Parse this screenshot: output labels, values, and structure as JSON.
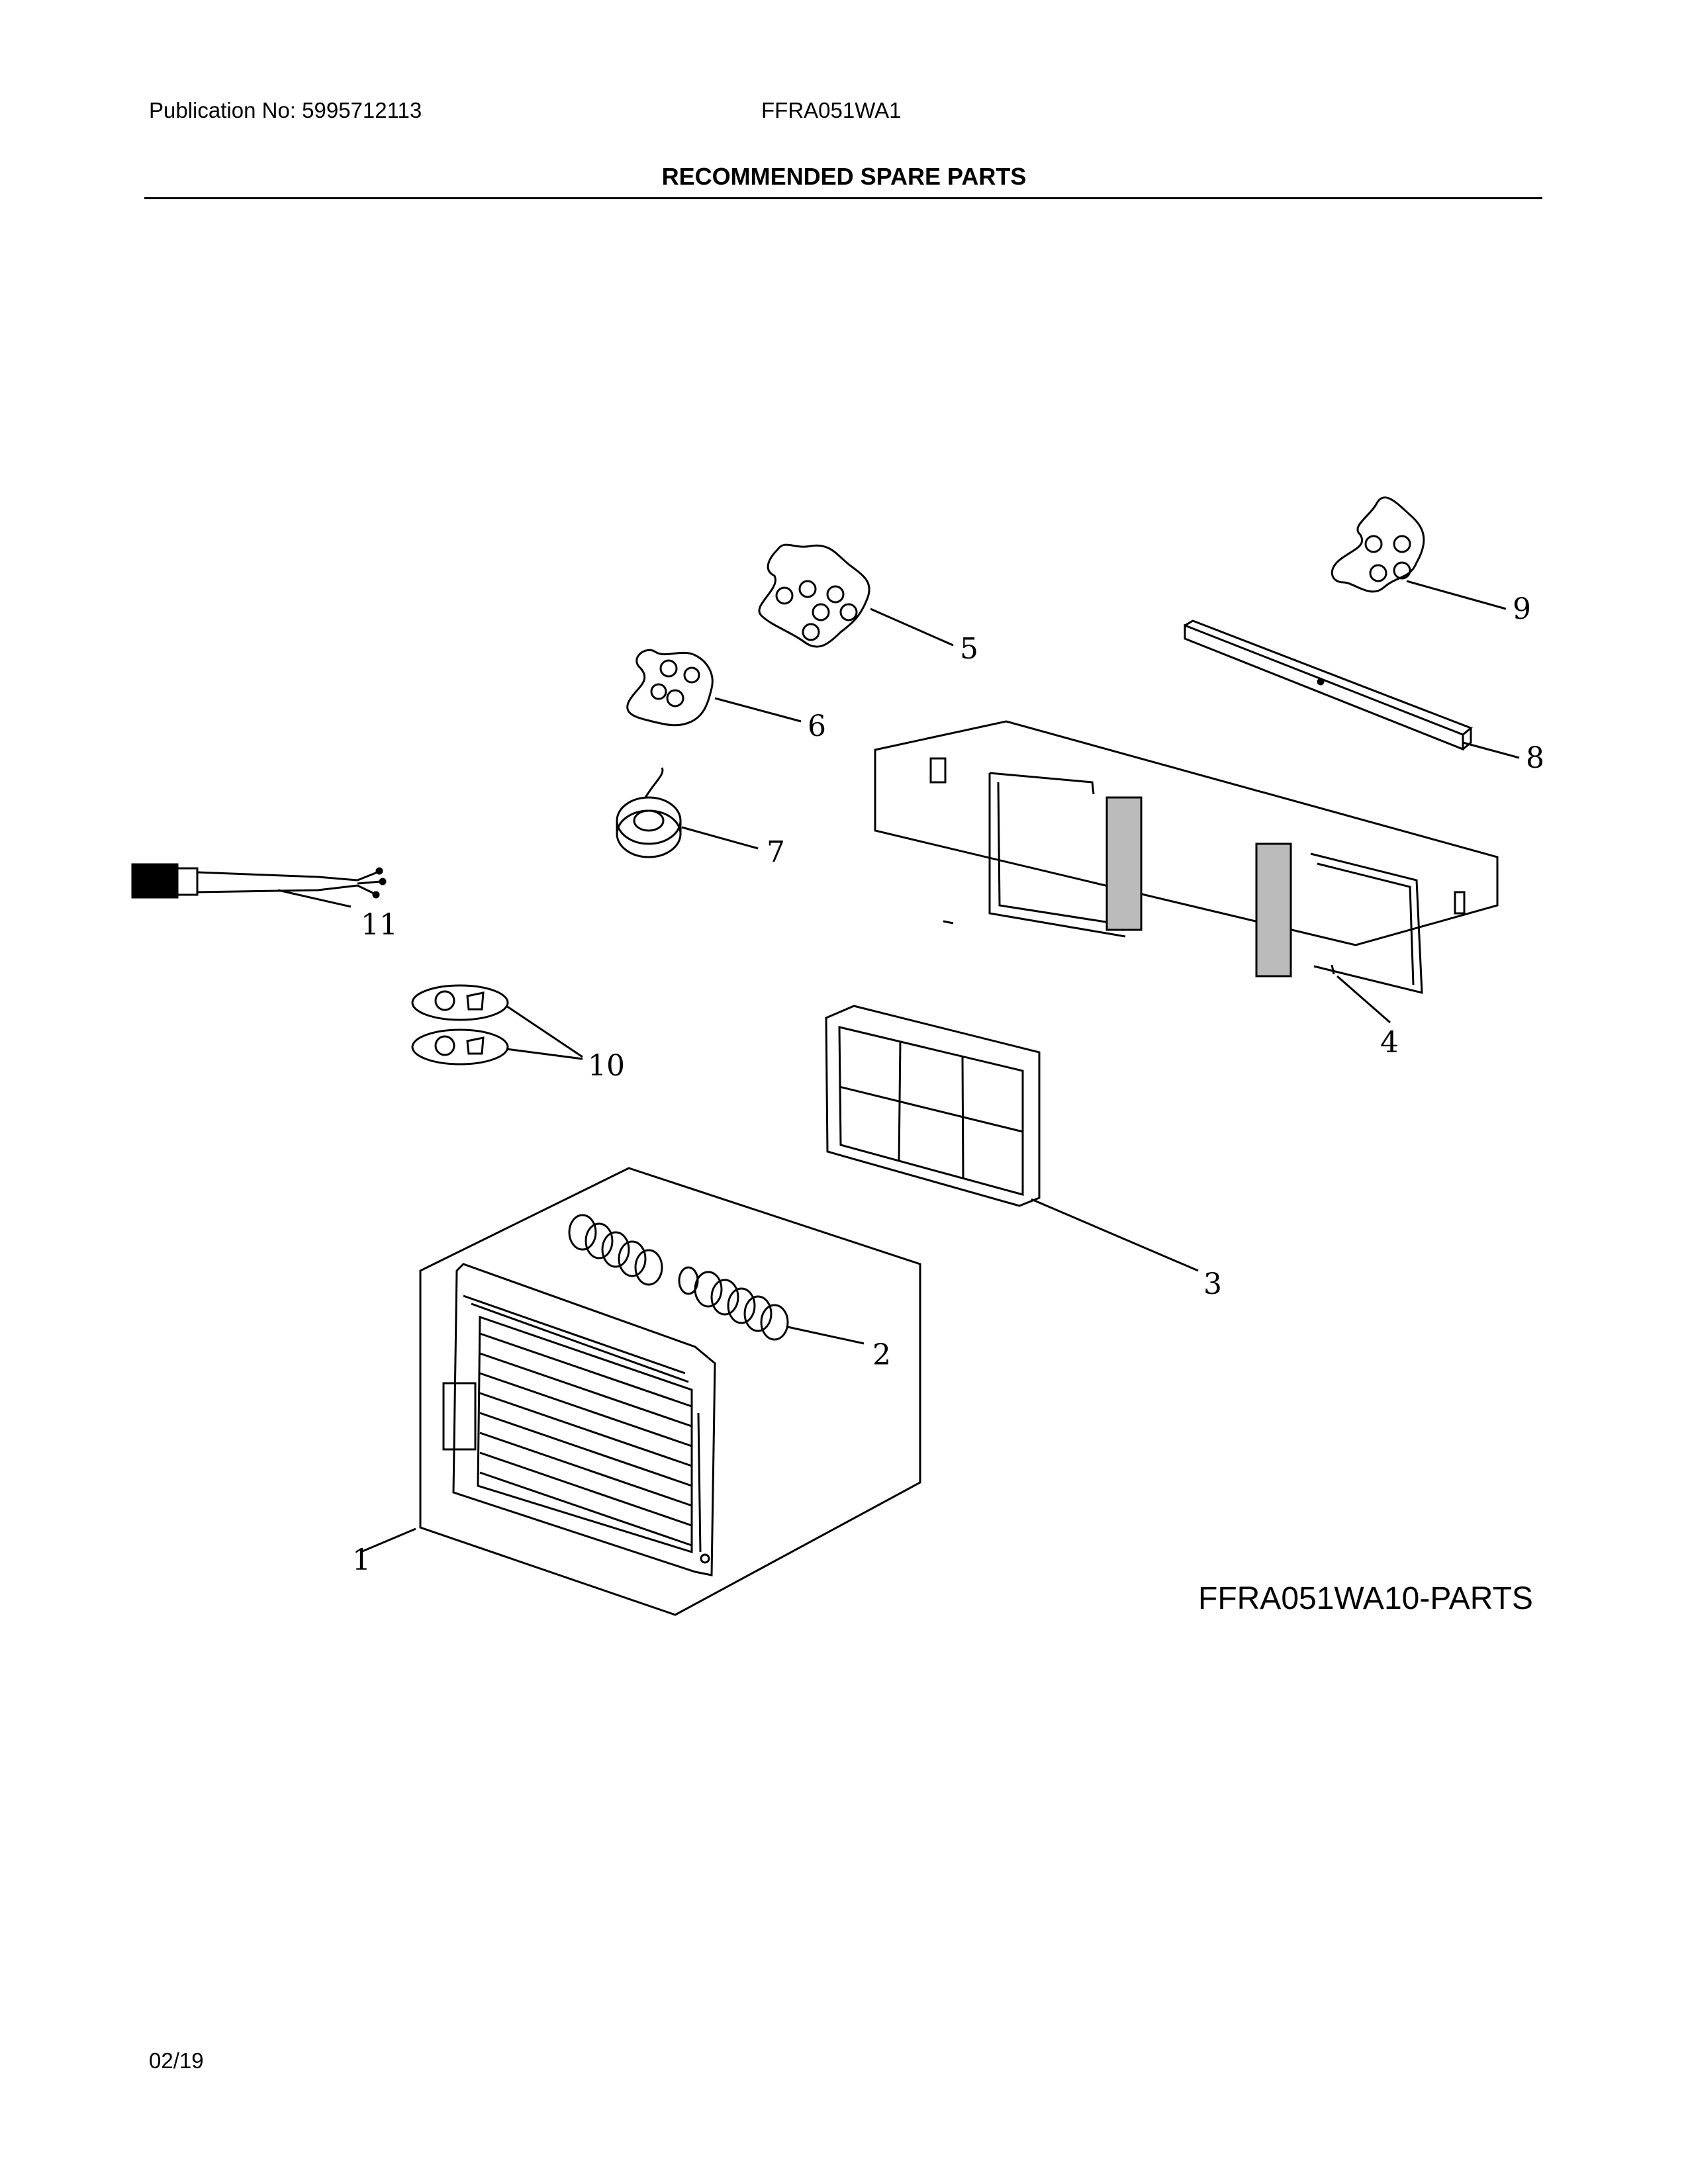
{
  "header": {
    "publication": "Publication No: 5995712113",
    "model": "FFRA051WA1",
    "title": "RECOMMENDED SPARE PARTS"
  },
  "diagram": {
    "id_label": "FFRA051WA10-PARTS",
    "callouts": [
      "1",
      "2",
      "3",
      "4",
      "5",
      "6",
      "7",
      "8",
      "9",
      "10",
      "11"
    ]
  },
  "footer": {
    "date": "02/19"
  }
}
